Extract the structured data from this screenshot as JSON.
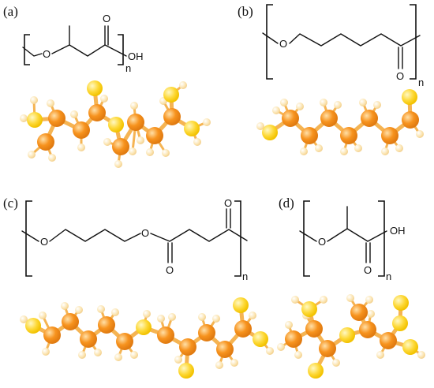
{
  "panels": [
    {
      "id": "a",
      "label": "(a)",
      "end_group": "OH",
      "repeat": "n",
      "oxygen_labels": [
        "O",
        "O"
      ]
    },
    {
      "id": "b",
      "label": "(b)",
      "repeat": "n",
      "oxygen_labels": [
        "O",
        "O"
      ]
    },
    {
      "id": "c",
      "label": "(c)",
      "repeat": "n",
      "oxygen_labels": [
        "O",
        "O",
        "O",
        "O"
      ]
    },
    {
      "id": "d",
      "label": "(d)",
      "end_group": "OH",
      "repeat": "n",
      "oxygen_labels": [
        "O",
        "O"
      ]
    }
  ],
  "colors": {
    "carbon": "#f7931e",
    "carbon_highlight": "#ffd27a",
    "oxygen": "#fdd835",
    "oxygen_highlight": "#fff59d",
    "hydrogen": "#fbe9b7",
    "bond": "#111111"
  }
}
